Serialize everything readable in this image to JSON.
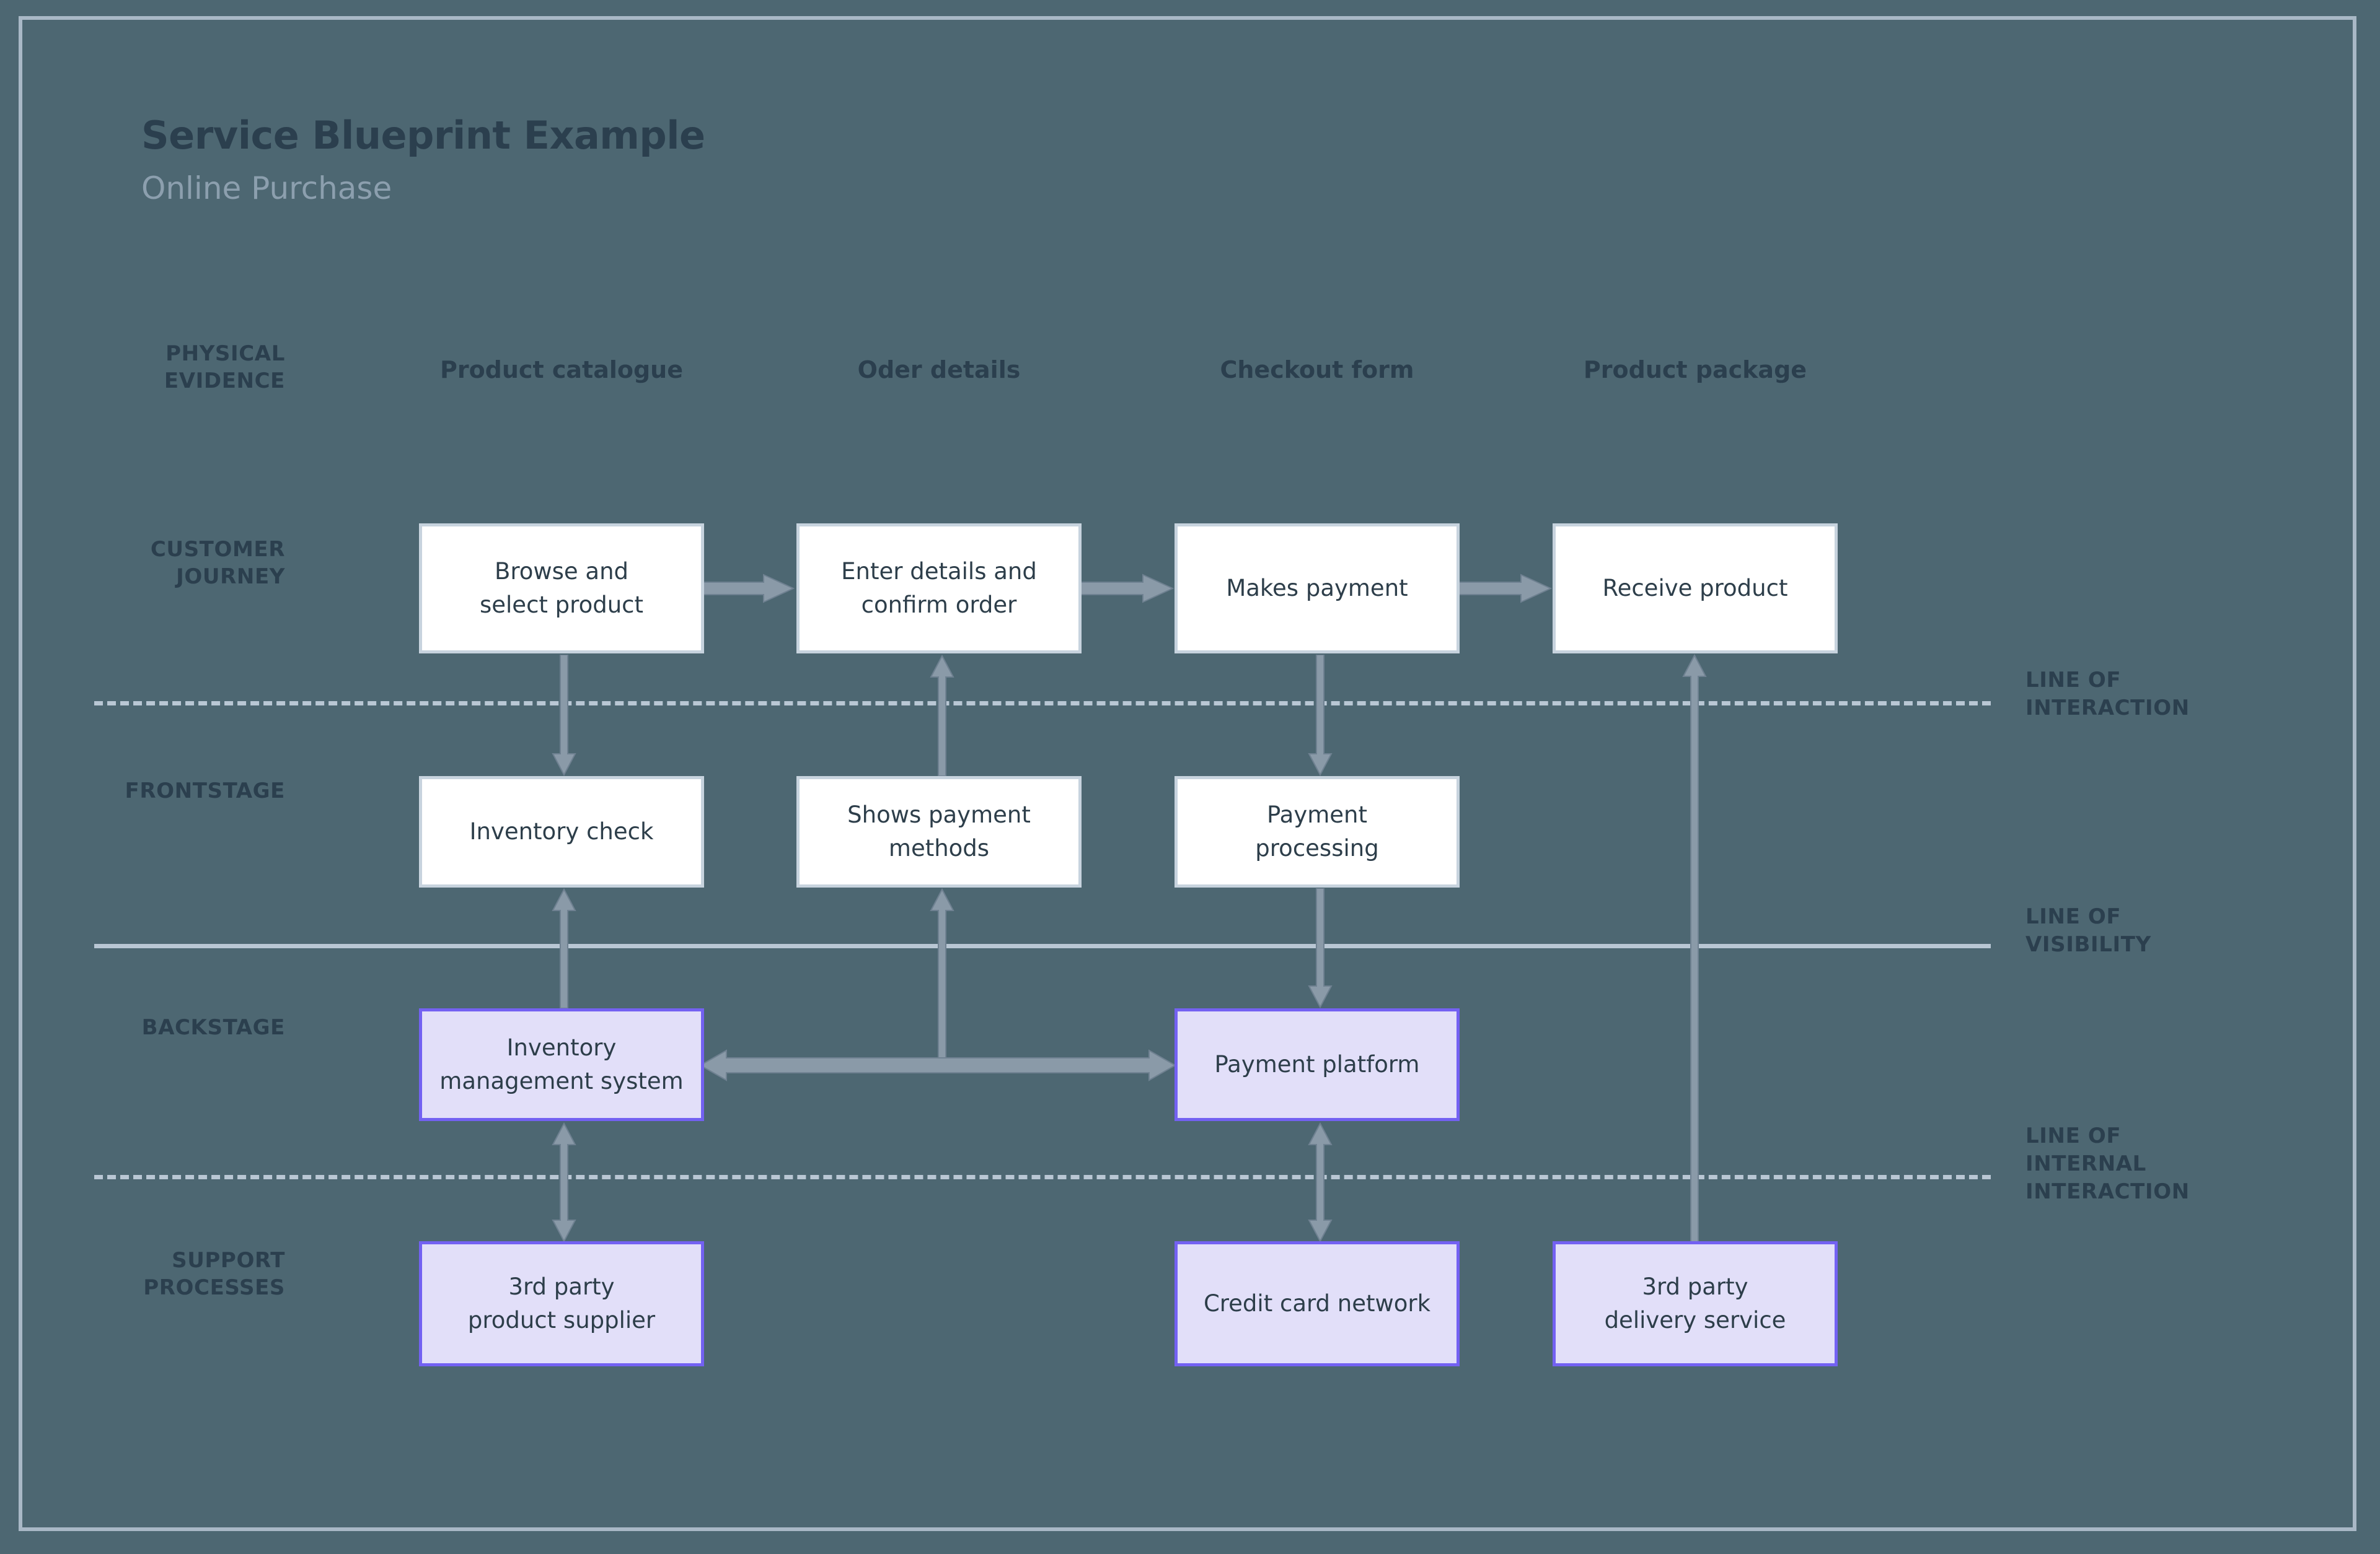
{
  "title": "Service Blueprint Example",
  "subtitle": "Online Purchase",
  "colors": {
    "canvas": "#4d6772",
    "frame": "#a9b8c6",
    "title": "#2b3f4e",
    "subtitle": "#8c9fae",
    "divider": "#b9c7d4",
    "connector": "#8a9aa8",
    "white_box_fill": "#ffffff",
    "white_box_border": "#c7d3de",
    "purple_box_fill": "#e2dff9",
    "purple_box_border": "#7361f2",
    "node_text": "#2d3e4a"
  },
  "row_labels": {
    "physical_evidence": "PHYSICAL\nEVIDENCE",
    "customer_journey": "CUSTOMER\nJOURNEY",
    "frontstage": "FRONTSTAGE",
    "backstage": "BACKSTAGE",
    "support_processes": "SUPPORT\nPROCESSES"
  },
  "line_labels": {
    "interaction": "LINE OF\nINTERACTION",
    "visibility": "LINE OF\nVISIBILITY",
    "internal_interaction": "LINE OF\nINTERNAL\nINTERACTION"
  },
  "physical_evidence": [
    {
      "label": "Product catalogue"
    },
    {
      "label": "Oder details"
    },
    {
      "label": "Checkout form"
    },
    {
      "label": "Product package"
    }
  ],
  "customer_journey": [
    {
      "label": "Browse and\nselect product"
    },
    {
      "label": "Enter details and\nconfirm order"
    },
    {
      "label": "Makes payment"
    },
    {
      "label": "Receive product"
    }
  ],
  "frontstage": [
    {
      "label": "Inventory check"
    },
    {
      "label": "Shows payment\nmethods"
    },
    {
      "label": "Payment\nprocessing"
    }
  ],
  "backstage": [
    {
      "label": "Inventory\nmanagement system"
    },
    {
      "label": "Payment platform"
    }
  ],
  "support_processes": [
    {
      "label": "3rd party\nproduct supplier"
    },
    {
      "label": "Credit card network"
    },
    {
      "label": "3rd party\ndelivery service"
    }
  ]
}
